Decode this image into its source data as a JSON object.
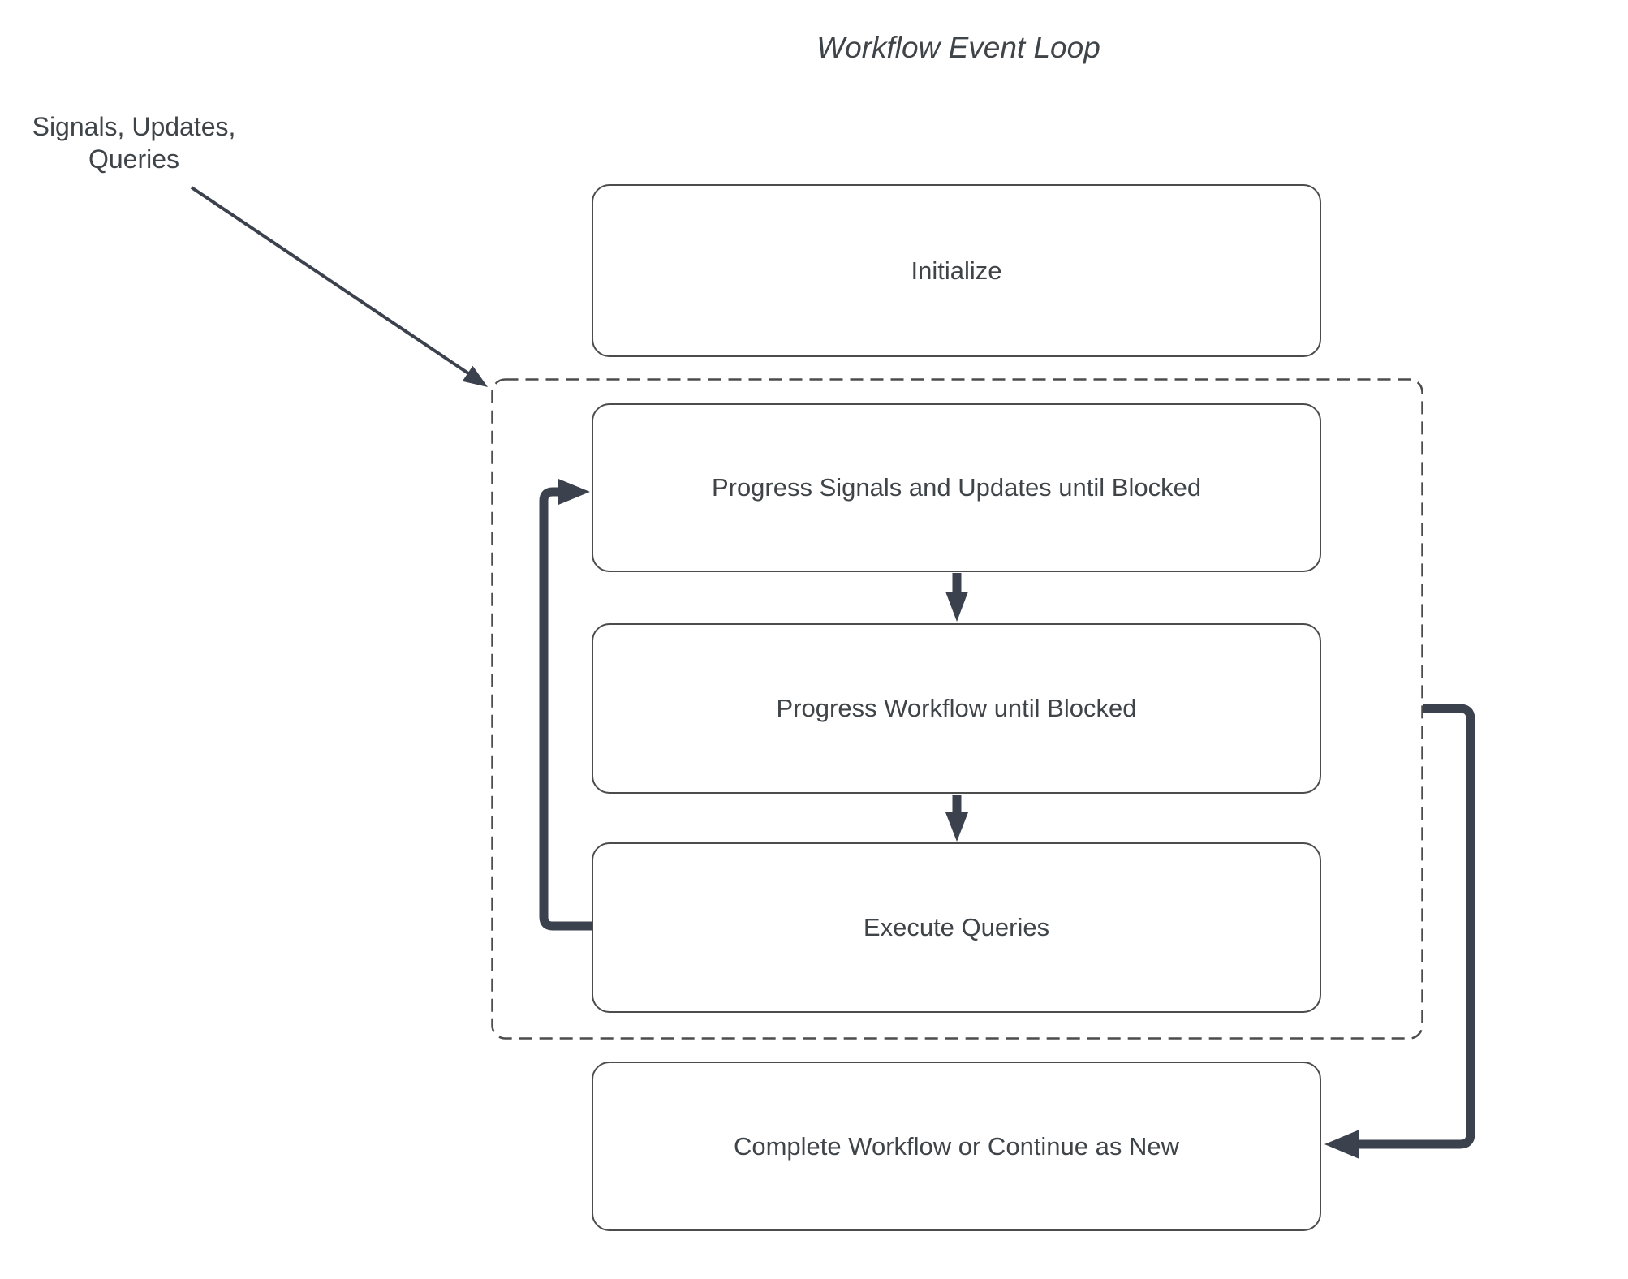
{
  "title": "Workflow Event Loop",
  "annotation": {
    "line1": "Signals, Updates,",
    "line2": "Queries"
  },
  "boxes": {
    "initialize": "Initialize",
    "progress_signals": "Progress Signals and Updates until Blocked",
    "progress_workflow": "Progress Workflow until Blocked",
    "execute_queries": "Execute Queries",
    "complete": "Complete Workflow or Continue as New"
  },
  "colors": {
    "arrow": "#3b414d",
    "border": "#4c4c4c",
    "text": "#3f4449",
    "background": "#ffffff"
  }
}
